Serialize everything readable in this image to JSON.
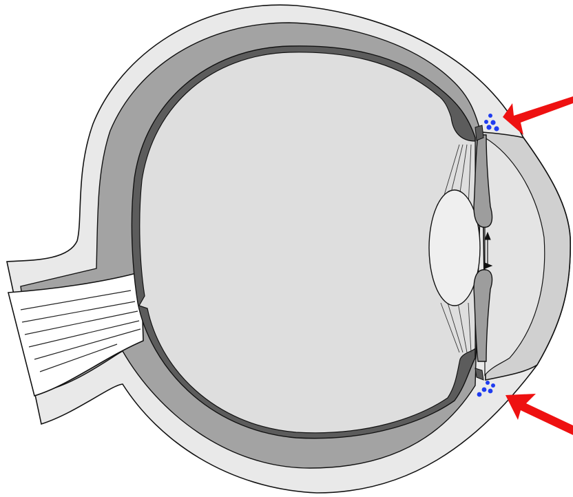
{
  "diagram": {
    "kind": "eye cross-section",
    "colors": {
      "background": "#ffffff",
      "sclera": "#e9e9e9",
      "choroid": "#a3a3a3",
      "retina": "#5c5c5c",
      "vitreous": "#dedede",
      "lens": "#efefef",
      "cornea": "#e4e4e4",
      "aqueous": "#d9d9d9",
      "iris": "#9d9d9d",
      "outline": "#111111",
      "particles": "#1f3cf0",
      "arrows": "#ee1111"
    },
    "arrows": [
      {
        "id": "top",
        "points_to": "trabecular-meshwork-top"
      },
      {
        "id": "bottom",
        "points_to": "trabecular-meshwork-bottom"
      }
    ],
    "particle_clusters": [
      {
        "id": "top",
        "count": 5
      },
      {
        "id": "bottom",
        "count": 5
      }
    ]
  }
}
